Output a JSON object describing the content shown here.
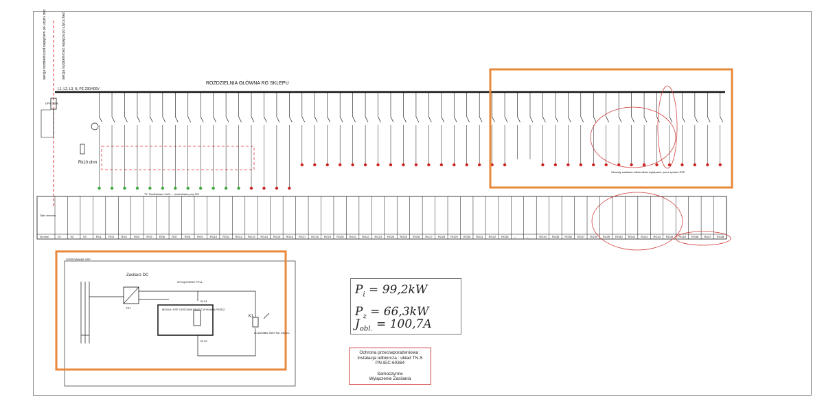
{
  "board": {
    "title": "ROZDZIELNIA GŁÓWNA RG SKLEPU",
    "bus_label": "L1, L2, L3, N, PE      230/400V",
    "section_label_1": "sekcja rozdzielni pod napięciem po użyciu bez",
    "section_label_2": "sekcja rozdzielni bez napięcia po użyciu bez",
    "main_switch": "DPX 250A",
    "earthing_label": "Rk10 ohm",
    "distributor_label": "\"D\" Rozdzielacz 2x24 ... montowana przy RG",
    "ssp_note": "Obwody zasilania odbiorników wyłączane przez system SSP"
  },
  "legend_row": {
    "left_header": "Opis obwodu",
    "number_header": "Nr obw.",
    "circuits": [
      "01",
      "02",
      "03",
      "RG1",
      "RG2",
      "RG3",
      "RG4",
      "RG5",
      "RG6",
      "RG7",
      "RG8",
      "RG9",
      "RG10",
      "RG11",
      "RG12",
      "RG13",
      "RG14",
      "RG15",
      "RG16",
      "RG17",
      "RG18",
      "RG19",
      "RG20",
      "RG21",
      "RG22",
      "RG23",
      "RG24",
      "RG25",
      "RG26",
      "RG27",
      "RG28",
      "RG29",
      "RG30",
      "RG31",
      "RG32",
      "RG33",
      "--",
      "--",
      "RG34",
      "RG35",
      "RG36",
      "RG37",
      "RG38",
      "RG39",
      "RG40",
      "RG41",
      "RG42",
      "RG43",
      "RG44",
      "RG45",
      "RG46",
      "RG47",
      "RG48"
    ]
  },
  "ssp": {
    "title": "STEROWANIE SSP",
    "power_label": "Zasilacz DC",
    "output_label": "WYŁĄCZENIE PPoż",
    "module_label": "MODUŁ SSP ODSTAWA PRZEZ WYKAWA PRZEZ",
    "relay_label": "LC1D09BD 3NO+NC 24VDC",
    "contact_label": "K1",
    "tr_label": "TR1",
    "in1": "IN 01",
    "in2": "IN 02"
  },
  "formula": {
    "p_i": "P",
    "p_i_sub": "i",
    "p_i_value": " =  99,2kW",
    "p_z": "P",
    "p_z_sub": "z",
    "p_z_value": " =  66,3kW",
    "j": "J",
    "j_sub": "obl.",
    "j_value": " =  100,7A"
  },
  "protection_note": {
    "line1": "Ochrona przeciwporażeniowa :",
    "line2": "Instalacja odbiorcza : układ TN-S",
    "line3": "PN-IEC-60364",
    "line4": "Samoczynne",
    "line5": "Wyłączenie Zasilania"
  },
  "colors": {
    "highlight": "#e8883a",
    "dash_red": "#e03030",
    "scribble": "#d04040",
    "green": "#3aa83a",
    "red": "#cc2222"
  }
}
